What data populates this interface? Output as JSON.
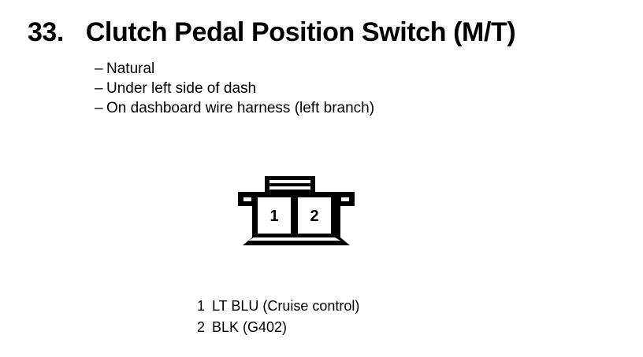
{
  "heading": {
    "number": "33.",
    "title": "Clutch Pedal Position Switch (M/T)"
  },
  "specs": {
    "dash": "–",
    "items": [
      {
        "text": "Natural"
      },
      {
        "text": "Under left side of dash"
      },
      {
        "text": "On dashboard wire harness (left branch)"
      }
    ]
  },
  "connector": {
    "name": "2-way-connector",
    "cavities": [
      {
        "number": "1"
      },
      {
        "number": "2"
      }
    ],
    "line_color": "#000000",
    "fill_color": "#ffffff"
  },
  "legend": {
    "rows": [
      {
        "pin": "1",
        "description": "LT BLU (Cruise control)"
      },
      {
        "pin": "2",
        "description": "BLK (G402)"
      }
    ]
  }
}
